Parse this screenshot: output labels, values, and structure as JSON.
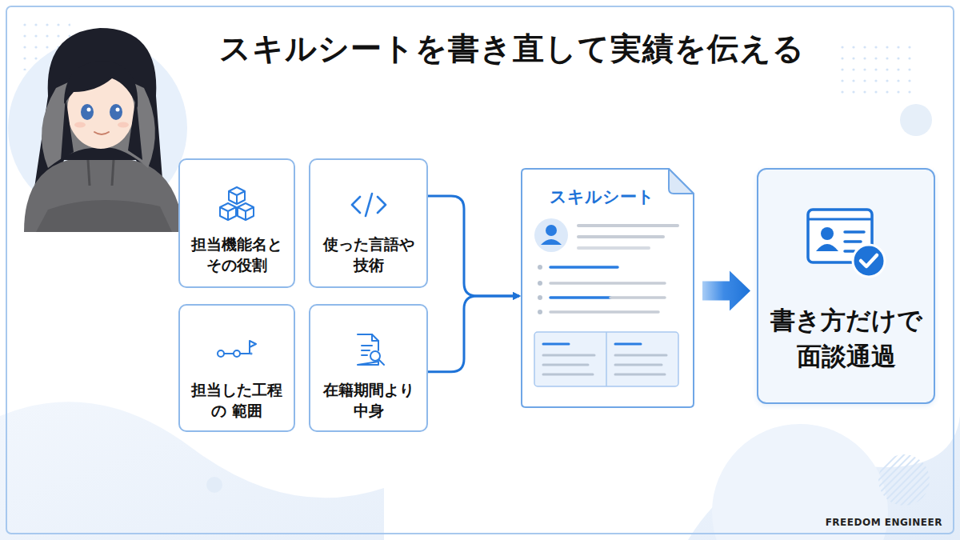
{
  "diagram": {
    "title": "スキルシートを書き直して実績を伝える",
    "nodes": [
      {
        "text": [
          "担当機能名と その役割"
        ]
      },
      {
        "text": [
          "使った言語や 技術"
        ]
      },
      {
        "text": [
          "担当した工程の 範囲"
        ]
      },
      {
        "text": [
          "在籍期間より 中身"
        ]
      },
      {
        "text": [
          "スキルシート"
        ]
      },
      {
        "text": [
          "書き方だけで 面談通過"
        ]
      }
    ],
    "edges": [
      {
        "from": 1,
        "to": 4,
        "arrow": "to"
      },
      {
        "from": 3,
        "to": 4,
        "arrow": "to"
      },
      {
        "from": 4,
        "to": 5,
        "arrow": "to"
      }
    ],
    "labels": [
      "FREEDOM ENGINEER"
    ]
  }
}
